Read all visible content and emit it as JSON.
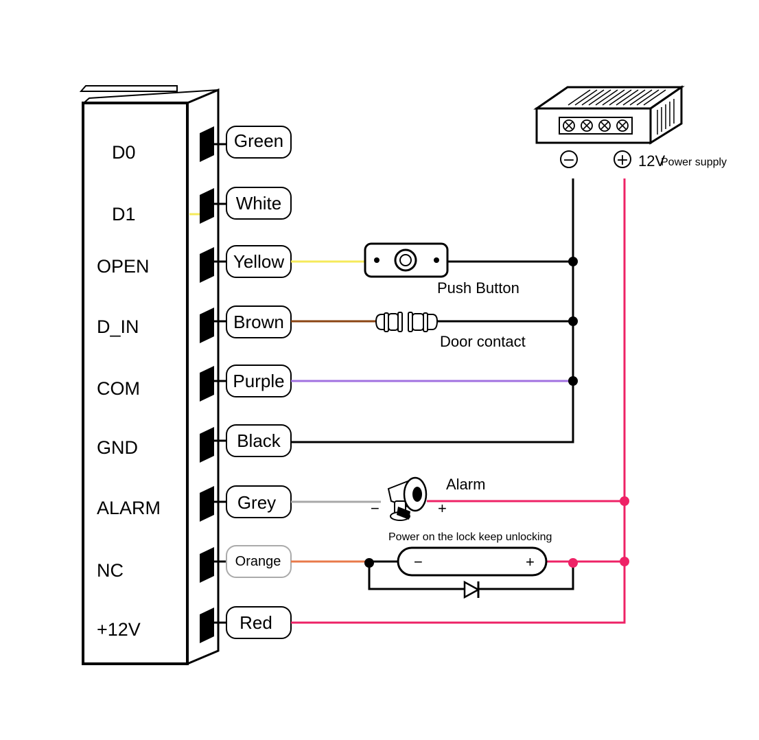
{
  "terminals": [
    {
      "label": "D0",
      "wire": "Green"
    },
    {
      "label": "D1",
      "wire": "White"
    },
    {
      "label": "OPEN",
      "wire": "Yellow"
    },
    {
      "label": "D_IN",
      "wire": "Brown"
    },
    {
      "label": "COM",
      "wire": "Purple"
    },
    {
      "label": "GND",
      "wire": "Black"
    },
    {
      "label": "ALARM",
      "wire": "Grey"
    },
    {
      "label": "NC",
      "wire": "Orange"
    },
    {
      "label": "+12V",
      "wire": "Red"
    }
  ],
  "power_supply": {
    "minus_symbol": "−",
    "plus_symbol": "+",
    "voltage": "12V",
    "label": "Power supply"
  },
  "push_button": {
    "label": "Push Button"
  },
  "door_contact": {
    "label": "Door contact"
  },
  "alarm": {
    "label": "Alarm",
    "minus": "−",
    "plus": "+"
  },
  "lock": {
    "note": "Power on the lock keep unlocking",
    "minus": "−",
    "plus": "+"
  },
  "colors": {
    "yellow": "#f5ea5a",
    "brown": "#8b4513",
    "purple": "#a070e0",
    "grey": "#a8a8a8",
    "orange": "#e87a4a",
    "red": "#ee2266",
    "white_wire": "#f5ea5a",
    "black": "#000000"
  }
}
